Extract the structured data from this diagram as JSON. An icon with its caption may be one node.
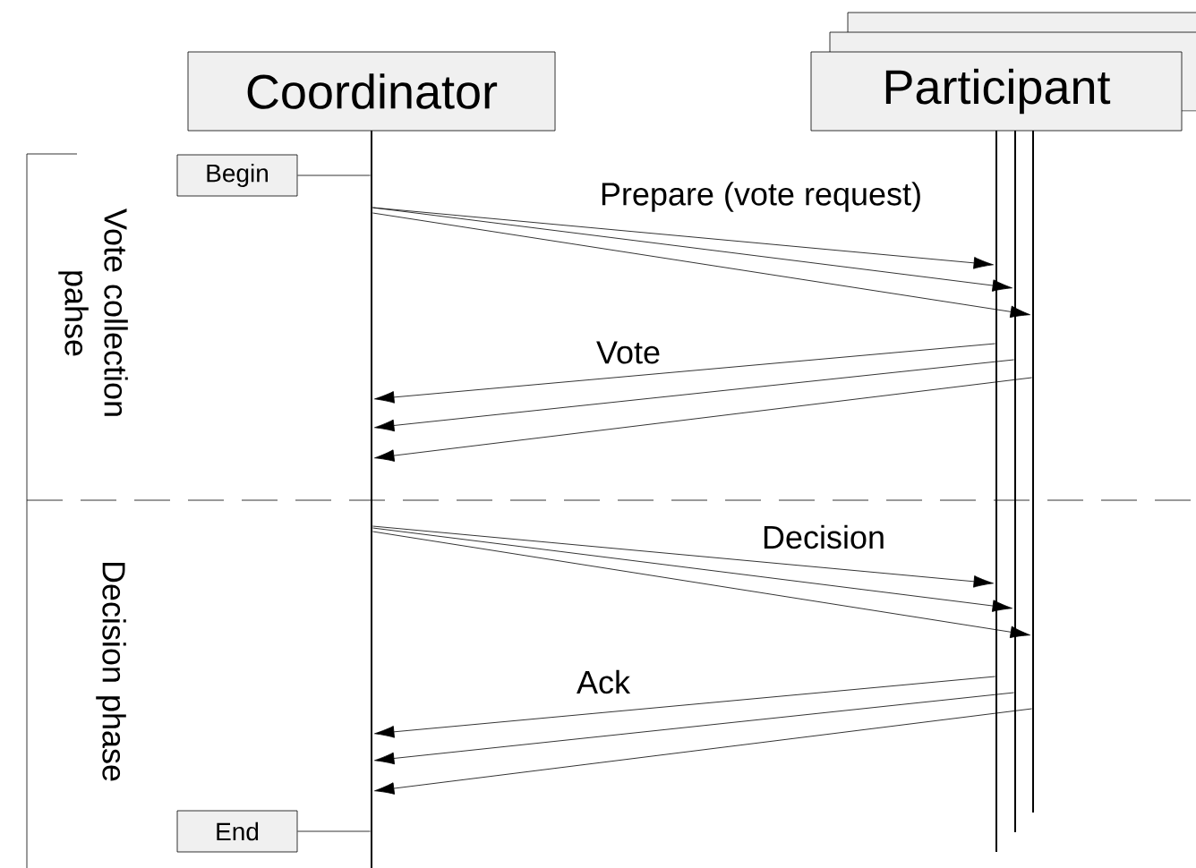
{
  "diagram": {
    "nodes": [
      {
        "text": [
          "Coordinator"
        ]
      },
      {
        "text": [
          "Participant"
        ]
      },
      {
        "text": [
          "Begin"
        ]
      },
      {
        "text": [
          "End"
        ]
      },
      {
        "text": [],
        "shape": "bar"
      },
      {
        "text": [],
        "shape": "bar"
      },
      {
        "text": [],
        "shape": "bar"
      },
      {
        "text": [],
        "shape": "bar"
      }
    ],
    "edges": [
      {
        "from": 4,
        "to": 5,
        "arrow": "to",
        "label": "Prepare (vote request)"
      },
      {
        "from": 4,
        "to": 6,
        "arrow": "to"
      },
      {
        "from": 4,
        "to": 7,
        "arrow": "to"
      },
      {
        "from": 5,
        "to": 4,
        "arrow": "to",
        "label": "Vote"
      },
      {
        "from": 6,
        "to": 4,
        "arrow": "to"
      },
      {
        "from": 7,
        "to": 4,
        "arrow": "to"
      },
      {
        "from": 4,
        "to": 5,
        "arrow": "to",
        "label": "Decision"
      },
      {
        "from": 4,
        "to": 6,
        "arrow": "to"
      },
      {
        "from": 4,
        "to": 7,
        "arrow": "to"
      },
      {
        "from": 5,
        "to": 4,
        "arrow": "to",
        "label": "Ack"
      },
      {
        "from": 6,
        "to": 4,
        "arrow": "to"
      },
      {
        "from": 7,
        "to": 4,
        "arrow": "to"
      },
      {
        "from": 2,
        "to": 4,
        "arrow": "none"
      },
      {
        "from": 3,
        "to": 4,
        "arrow": "none"
      }
    ],
    "labels": [
      "Vote collection pahse",
      "Decision phase"
    ]
  }
}
